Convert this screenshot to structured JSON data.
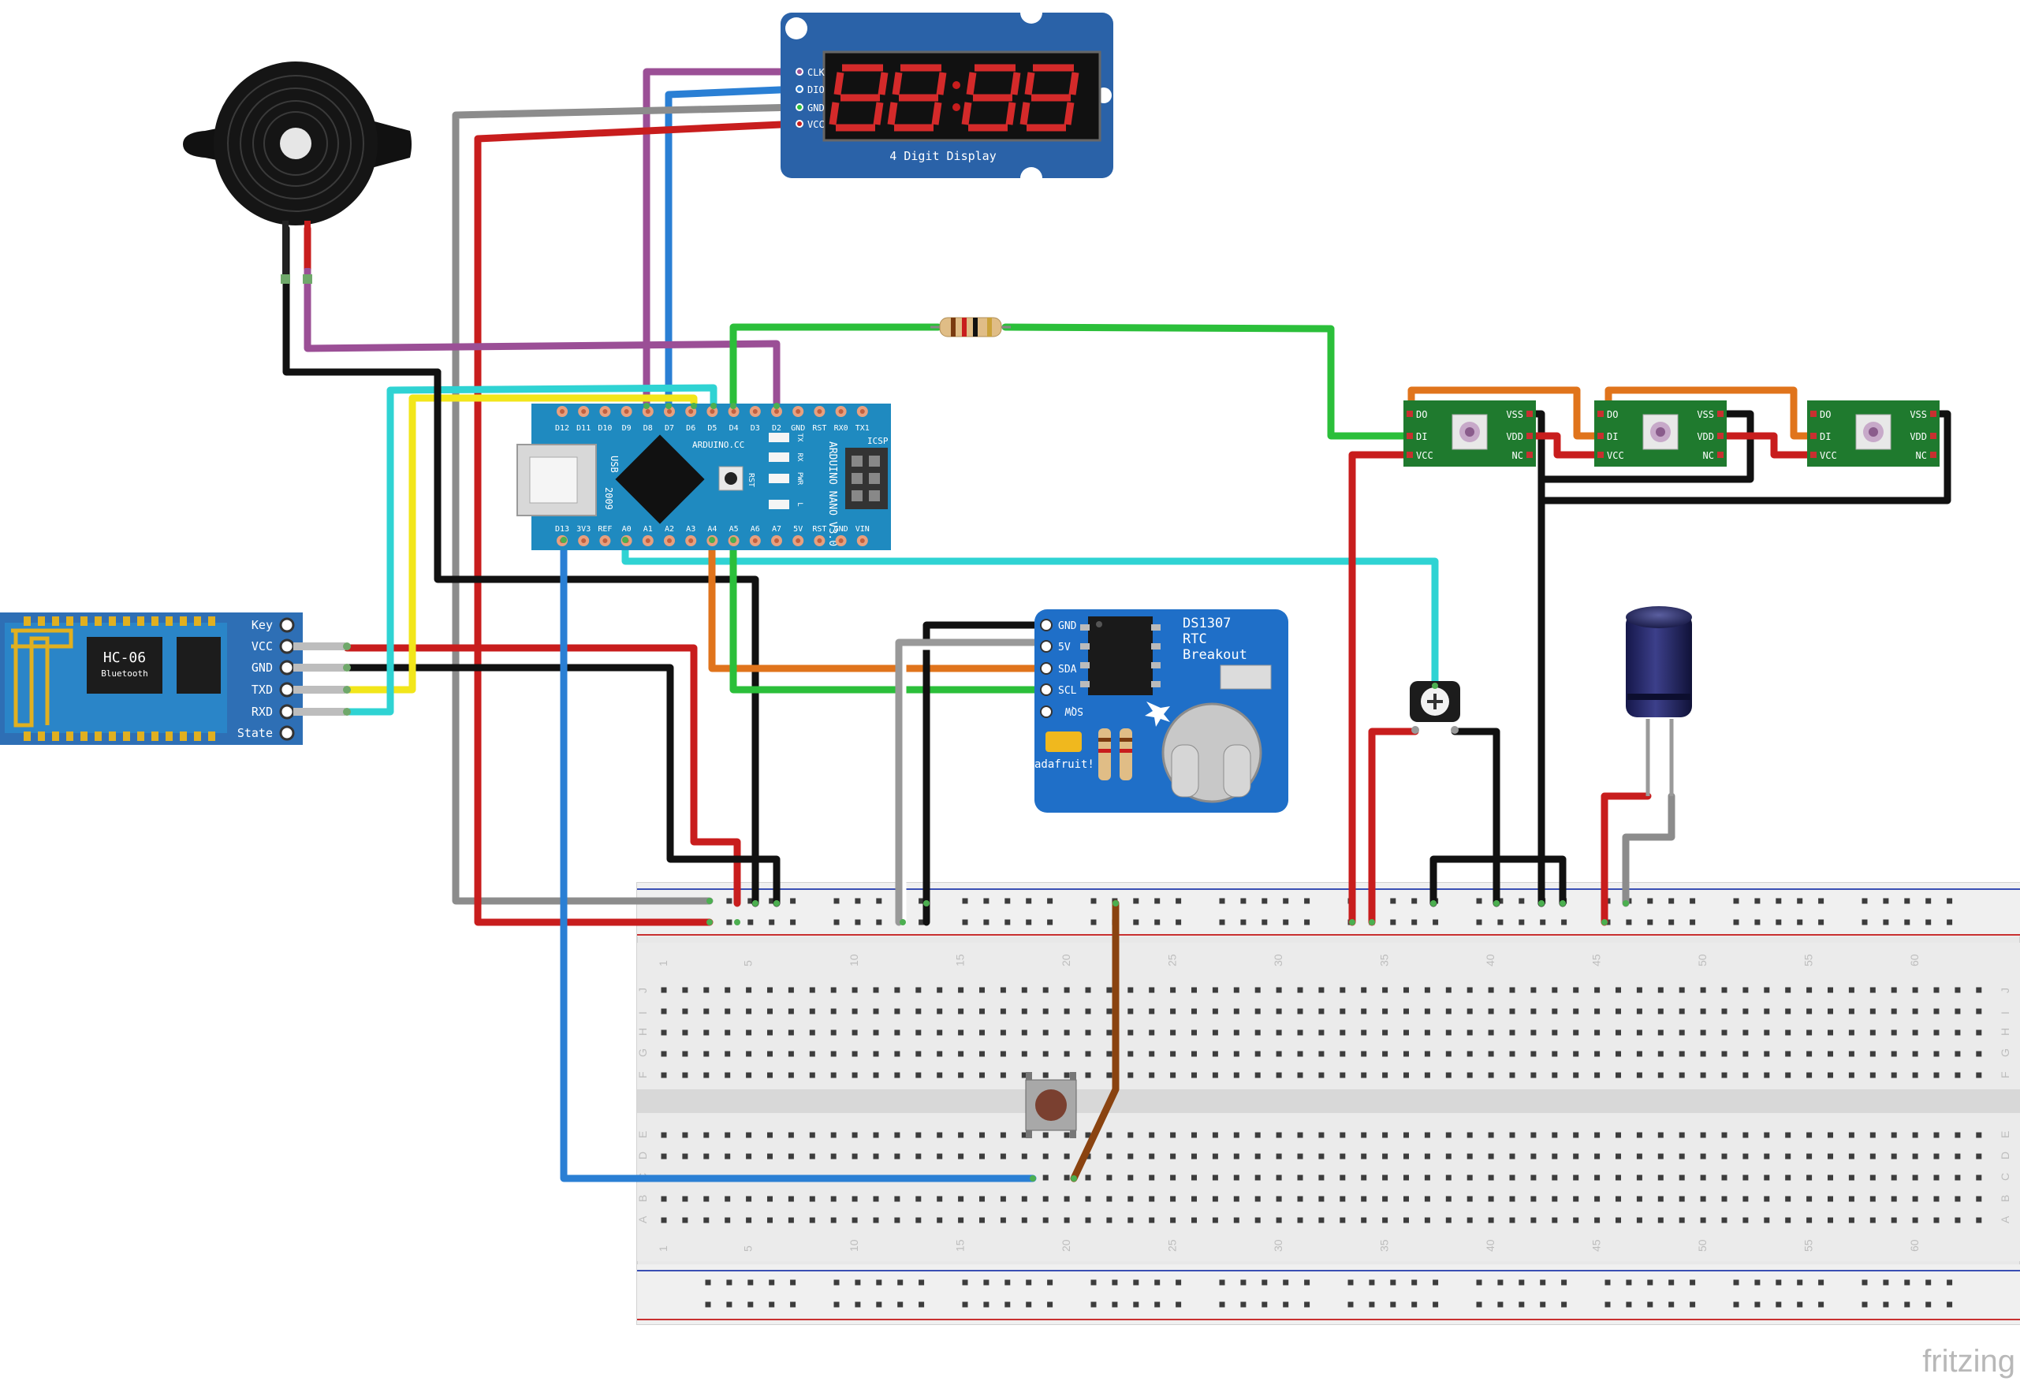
{
  "colors": {
    "wire_red": "#c81d1d",
    "wire_black": "#111111",
    "wire_gray": "#8c8c8c",
    "wire_purple": "#9b4f96",
    "wire_blue": "#2a7fd4",
    "wire_green": "#2bbf3a",
    "wire_yellow": "#f2e61a",
    "wire_cyan": "#2fd3d3",
    "wire_orange": "#e0741c",
    "wire_white": "#ffffff",
    "wire_brown": "#8a4310",
    "board_blue": "#2e6fb5",
    "nano_teal": "#1f8ac0",
    "led_board": "#1f7a2e",
    "breadboard": "#ececec"
  },
  "display": {
    "pins": [
      "CLK",
      "DIO",
      "GND",
      "VCC"
    ],
    "caption": "4 Digit Display"
  },
  "nano": {
    "top_pins": [
      "D12",
      "D11",
      "D10",
      "D9",
      "D8",
      "D7",
      "D6",
      "D5",
      "D4",
      "D3",
      "D2",
      "GND",
      "RST",
      "RX0",
      "TX1"
    ],
    "bottom_pins": [
      "D13",
      "3V3",
      "REF",
      "A0",
      "A1",
      "A2",
      "A3",
      "A4",
      "A5",
      "A6",
      "A7",
      "5V",
      "RST",
      "GND",
      "VIN"
    ],
    "name": "ARDUINO NANO V3.0",
    "usb": "USB",
    "year": "2009",
    "arduino_cc": "ARDUINO.CC",
    "icsp": "ICSP",
    "leds": [
      "TX",
      "RX",
      "PWR",
      "L"
    ],
    "rst": "RST"
  },
  "bluetooth": {
    "module": "HC-06",
    "sub": "Bluetooth",
    "pins": [
      "Key",
      "VCC",
      "GND",
      "TXD",
      "RXD",
      "State"
    ]
  },
  "rtc": {
    "pins": [
      "GND",
      "5V",
      "SDA",
      "SCL",
      "SQW"
    ],
    "title_1": "DS1307",
    "title_2": "RTC",
    "title_3": "Breakout",
    "brand": "adafruit!"
  },
  "leds": [
    {
      "left": [
        "DO",
        "DI",
        "VCC"
      ],
      "right": [
        "VSS",
        "VDD",
        "NC"
      ]
    },
    {
      "left": [
        "DO",
        "DI",
        "VCC"
      ],
      "right": [
        "VSS",
        "VDD",
        "NC"
      ]
    },
    {
      "left": [
        "DO",
        "DI",
        "VCC"
      ],
      "right": [
        "VSS",
        "VDD",
        "NC"
      ]
    }
  ],
  "breadboard": {
    "numbers": [
      "1",
      "5",
      "10",
      "15",
      "20",
      "25",
      "30",
      "35",
      "40",
      "45",
      "50",
      "55",
      "60"
    ],
    "rows_top": [
      "J",
      "I",
      "H",
      "G",
      "F"
    ],
    "rows_bottom": [
      "E",
      "D",
      "C",
      "B",
      "A"
    ]
  },
  "watermark": "fritzing"
}
